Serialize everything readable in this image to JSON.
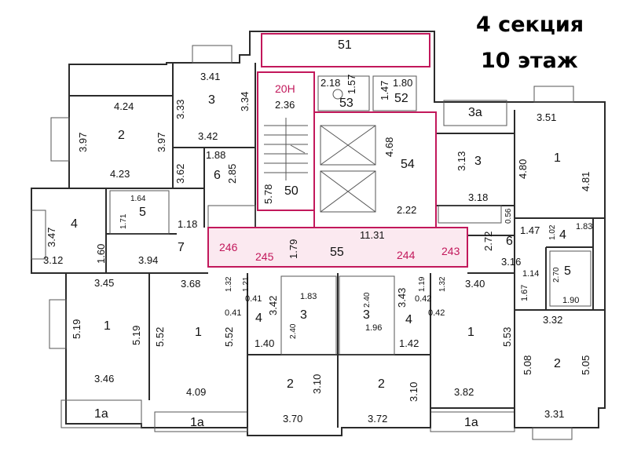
{
  "header": {
    "section": "4 секция",
    "floor": "10 этаж"
  },
  "labels": {
    "l51": "51",
    "l20h": "20Н",
    "l236": "2.36",
    "l218": "2.18",
    "l157": "1.57",
    "l53": "53",
    "l147a": "1.47",
    "l180": "1.80",
    "l52": "52",
    "l50": "50",
    "l578": "5.78",
    "l468": "4.68",
    "l54": "54",
    "l222": "2.22",
    "l1131": "11.31",
    "l55": "55",
    "l179": "1.79",
    "l246": "246",
    "l245": "245",
    "l244": "244",
    "l243": "243",
    "l341": "3.41",
    "l3top": "3",
    "l333": "3.33",
    "l334": "3.34",
    "l342": "3.42",
    "l424": "4.24",
    "l2left": "2",
    "l397a": "3.97",
    "l397b": "3.97",
    "l423": "4.23",
    "l188": "1.88",
    "l6left": "6",
    "l285": "2.85",
    "l362": "3.62",
    "l164": "1.64",
    "l5left": "5",
    "l171": "1.71",
    "l118": "1.18",
    "l4left": "4",
    "l347": "3.47",
    "l312": "3.12",
    "l160": "1.60",
    "l394": "3.94",
    "l7": "7",
    "l345": "3.45",
    "l1left": "1",
    "l519a": "5.19",
    "l519b": "5.19",
    "l346": "3.46",
    "l1a_left": "1а",
    "l368": "3.68",
    "l1mid": "1",
    "l552a": "5.52",
    "l552b": "5.52",
    "l409": "4.09",
    "l1a_mid": "1а",
    "l132a": "1.32",
    "l121": "1.21",
    "l041a": "0.41",
    "l041b": "0.41",
    "l342b": "3.42",
    "l4mid": "4",
    "l183": "1.83",
    "l3mid": "3",
    "l240a": "2.40",
    "l140": "1.40",
    "l2m1": "2",
    "l310a": "3.10",
    "l370": "3.70",
    "l240b": "2.40",
    "l3mid2": "3",
    "l196": "1.96",
    "l343": "3.43",
    "l119": "1.19",
    "l042a": "0.42",
    "l042b": "0.42",
    "l4mid2": "4",
    "l142": "1.42",
    "l132b": "1.32",
    "l2m2": "2",
    "l310b": "3.10",
    "l372": "3.72",
    "l340": "3.40",
    "l1right": "1",
    "l553": "5.53",
    "l382": "3.82",
    "l1a_right": "1а",
    "l3a": "3а",
    "l351": "3.51",
    "l1top": "1",
    "l480": "4.80",
    "l481": "4.81",
    "l313": "3.13",
    "l3right": "3",
    "l318": "3.18",
    "l056": "0.56",
    "l147b": "1.47",
    "l102": "1.02",
    "l4right": "4",
    "l183b": "1.83",
    "l272": "2.72",
    "l6right": "6",
    "l316": "3.16",
    "l114": "1.14",
    "l270": "2.70",
    "l5right": "5",
    "l167": "1.67",
    "l190": "1.90",
    "l332": "3.32",
    "l508": "5.08",
    "l2right": "2",
    "l505": "5.05",
    "l331": "3.31"
  }
}
